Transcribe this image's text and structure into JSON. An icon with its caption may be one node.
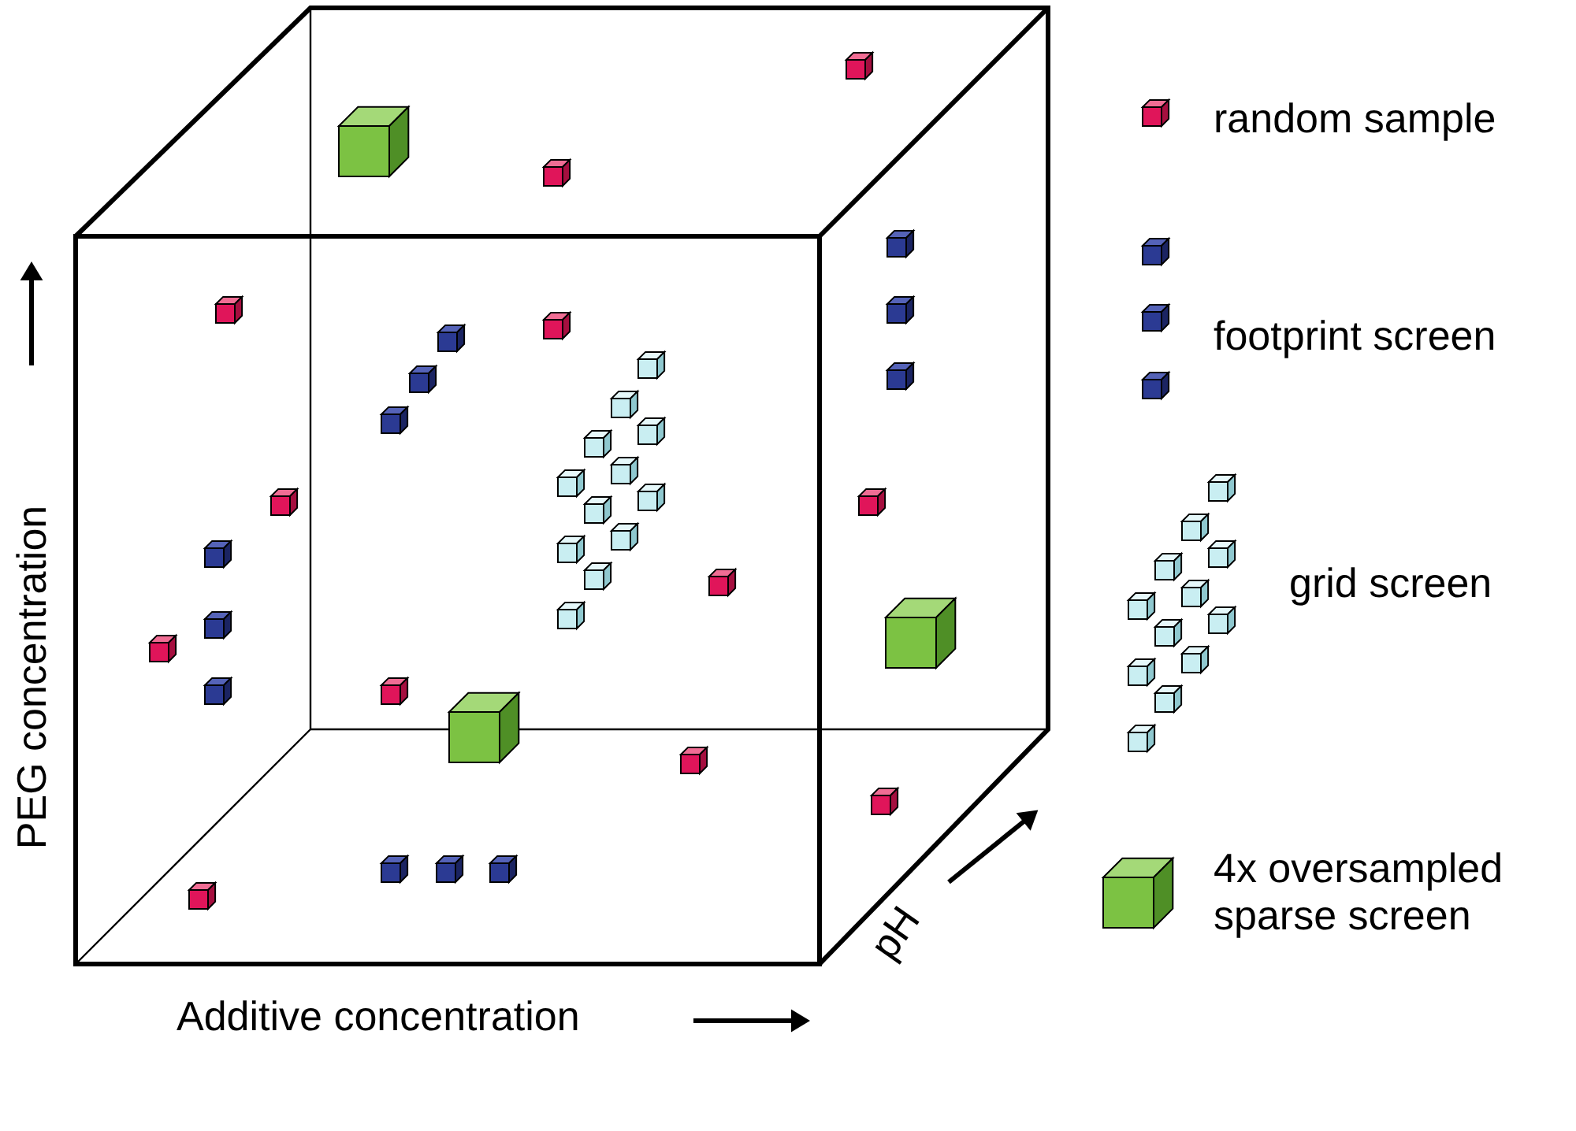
{
  "diagram": {
    "labels": [
      "PEG concentration",
      "Additive concentration",
      "pH"
    ],
    "legend": [
      {
        "text": "random sample"
      },
      {
        "text": "footprint screen"
      },
      {
        "text": "grid screen"
      },
      {
        "text": "4x oversampled sparse screen"
      }
    ]
  }
}
